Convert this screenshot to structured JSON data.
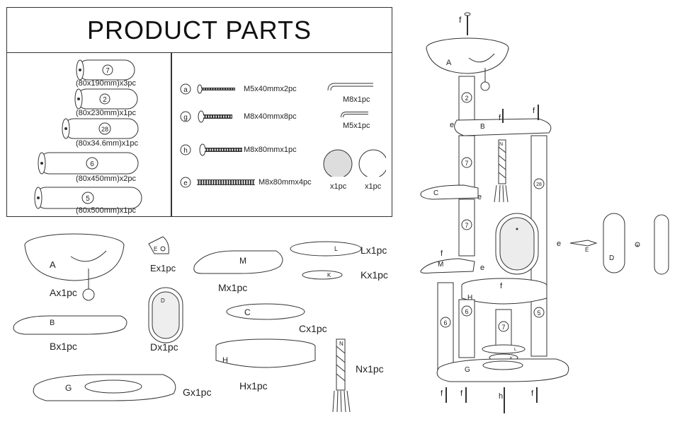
{
  "title": "PRODUCT PARTS",
  "posts": [
    {
      "id": "7",
      "size": "(80x190mm)x3pc"
    },
    {
      "id": "2",
      "size": "(80x230mm)x1pc"
    },
    {
      "id": "28",
      "size": "(80x34.6mm)x1pc"
    },
    {
      "id": "6",
      "size": "(80x450mm)x2pc"
    },
    {
      "id": "5",
      "size": "(80x500mm)x1pc"
    }
  ],
  "screws": [
    {
      "id": "a",
      "size": "M5x40mmx2pc"
    },
    {
      "id": "g",
      "size": "M8x40mmx8pc"
    },
    {
      "id": "h",
      "size": "M8x80mmx1pc"
    },
    {
      "id": "e",
      "size": "M8x80mmx4pc"
    }
  ],
  "hardware": [
    {
      "size": "M8x1pc"
    },
    {
      "size": "M5x1pc"
    }
  ],
  "pads": [
    {
      "qty": "x1pc"
    },
    {
      "qty": "x1pc"
    }
  ],
  "boards": [
    {
      "id": "A",
      "qty": "Ax1pc"
    },
    {
      "id": "E",
      "qty": "Ex1pc"
    },
    {
      "id": "M",
      "qty": "Mx1pc"
    },
    {
      "id": "L",
      "qty": "Lx1pc"
    },
    {
      "id": "K",
      "qty": "Kx1pc"
    },
    {
      "id": "B",
      "qty": "Bx1pc"
    },
    {
      "id": "D",
      "qty": "Dx1pc"
    },
    {
      "id": "C",
      "qty": "Cx1pc"
    },
    {
      "id": "H",
      "qty": "Hx1pc"
    },
    {
      "id": "N",
      "qty": "Nx1pc"
    },
    {
      "id": "G",
      "qty": "Gx1pc"
    }
  ],
  "assembly": {
    "labels": [
      "A",
      "B",
      "C",
      "M",
      "H",
      "G",
      "D",
      "E",
      "N",
      "L",
      "K"
    ],
    "post_labels": [
      "2",
      "7",
      "28",
      "7",
      "6",
      "6",
      "5",
      "7"
    ],
    "screw_labels": [
      "f",
      "f",
      "f",
      "f",
      "f",
      "f",
      "f",
      "h",
      "f",
      "e",
      "e",
      "e",
      "e",
      "a"
    ]
  }
}
